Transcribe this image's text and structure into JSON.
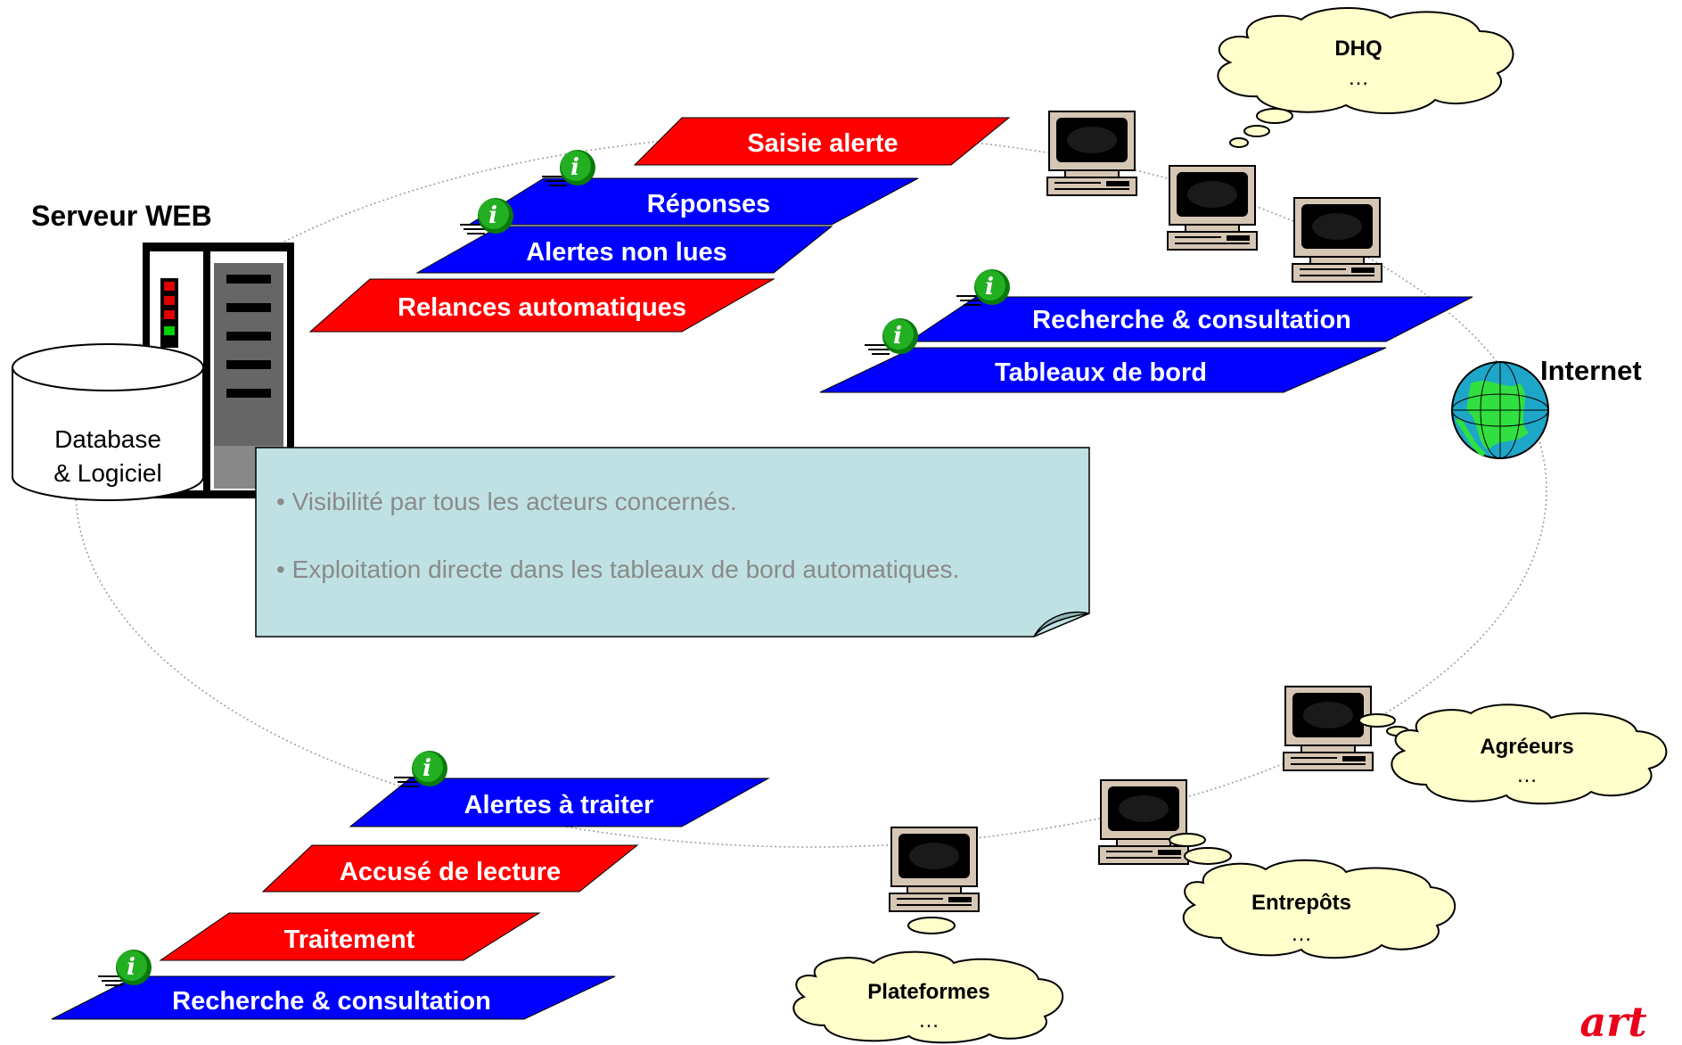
{
  "server": {
    "title": "Serveur WEB",
    "db_line1": "Database",
    "db_line2": "& Logiciel"
  },
  "internet": {
    "label": "Internet"
  },
  "top_bars": {
    "saisie_alerte": "Saisie alerte",
    "reponses": "Réponses",
    "alertes_non_lues": "Alertes non lues",
    "relances": "Relances automatiques"
  },
  "right_bars": {
    "recherche": "Recherche & consultation",
    "tableaux": "Tableaux de bord"
  },
  "bottom_bars": {
    "alertes_a_traiter": "Alertes à traiter",
    "accuse": "Accusé de lecture",
    "traitement": "Traitement",
    "recherche": "Recherche & consultation"
  },
  "clouds": {
    "dhq": {
      "title": "DHQ",
      "dots": "…"
    },
    "agreeurs": {
      "title": "Agréeurs",
      "dots": "…"
    },
    "entrepots": {
      "title": "Entrepôts",
      "dots": "…"
    },
    "plateformes": {
      "title": "Plateformes",
      "dots": "…"
    }
  },
  "note": {
    "line1": "• Visibilité par tous les acteurs concernés.",
    "line2": "• Exploitation directe dans les tableaux de bord automatiques."
  },
  "signature": "art",
  "colors": {
    "red_bar": "#ff0000",
    "blue_bar": "#0000ff",
    "note_fill": "#bfe1e3",
    "cloud_fill": "#ffffcc",
    "info_green": "#1a9c1a"
  },
  "icons": [
    "server-rack-icon",
    "database-icon",
    "globe-icon",
    "computer-icon",
    "info-icon"
  ]
}
